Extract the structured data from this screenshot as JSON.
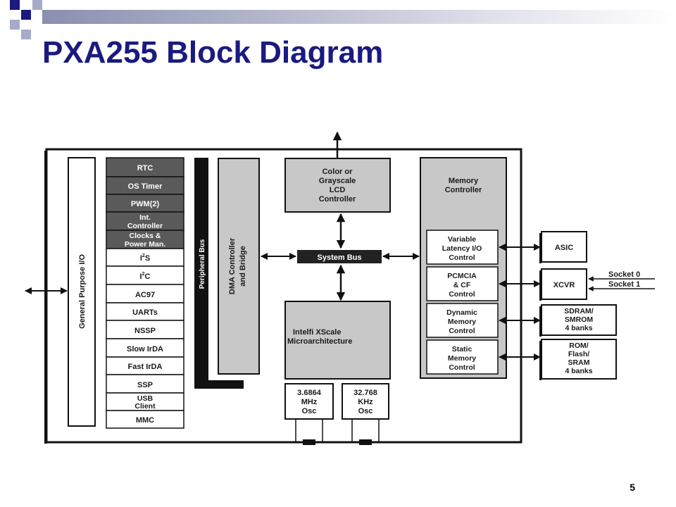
{
  "slide": {
    "title": "PXA255 Block Diagram",
    "page_number": "5"
  },
  "colors": {
    "title": "#1a1a80",
    "shaded_block": "#5a5a5a",
    "gray_block": "#c8c8c8",
    "deco_dark": "#1a1a80",
    "deco_light": "#a7abc9"
  },
  "left": {
    "gpio_label": "General Purpose I/O",
    "peripheral_bus_label": "Peripheral Bus",
    "dma_label_1": "DMA Controller",
    "dma_label_2": "and Bridge",
    "dark_items": [
      "RTC",
      "OS Timer",
      "PWM(2)"
    ],
    "int_controller": [
      "Int.",
      "Controller"
    ],
    "clocks": [
      "Clocks &",
      "Power Man."
    ],
    "i2s": {
      "main": "I",
      "sup": "2",
      "rest": "S"
    },
    "i2c": {
      "main": "I",
      "sup": "2",
      "rest": "C"
    },
    "light_items": [
      "AC97",
      "UARTs",
      "NSSP",
      "Slow IrDA",
      "Fast IrDA",
      "SSP"
    ],
    "usb": [
      "USB",
      "Client"
    ],
    "mmc": "MMC"
  },
  "center": {
    "lcd": [
      "Color or",
      "Grayscale",
      "LCD",
      "Controller"
    ],
    "system_bus": "System Bus",
    "xscale": [
      "Intelfi XScale",
      "Microarchitecture"
    ],
    "osc1": [
      "3.6864",
      "MHz",
      "Osc"
    ],
    "osc2": [
      "32.768",
      "KHz",
      "Osc"
    ]
  },
  "memory": {
    "title": [
      "Memory",
      "Controller"
    ],
    "variable": [
      "Variable",
      "Latency I/O",
      "Control"
    ],
    "pcmcia": [
      "PCMCIA",
      "& CF",
      "Control"
    ],
    "dynamic": [
      "Dynamic",
      "Memory",
      "Control"
    ],
    "static": [
      "Static",
      "Memory",
      "Control"
    ]
  },
  "external": {
    "asic": "ASIC",
    "xcvr": "XCVR",
    "socket0": "Socket 0",
    "socket1": "Socket 1",
    "sdram": [
      "SDRAM/",
      "SMROM",
      "4 banks"
    ],
    "rom": [
      "ROM/",
      "Flash/",
      "SRAM",
      "4 banks"
    ]
  }
}
